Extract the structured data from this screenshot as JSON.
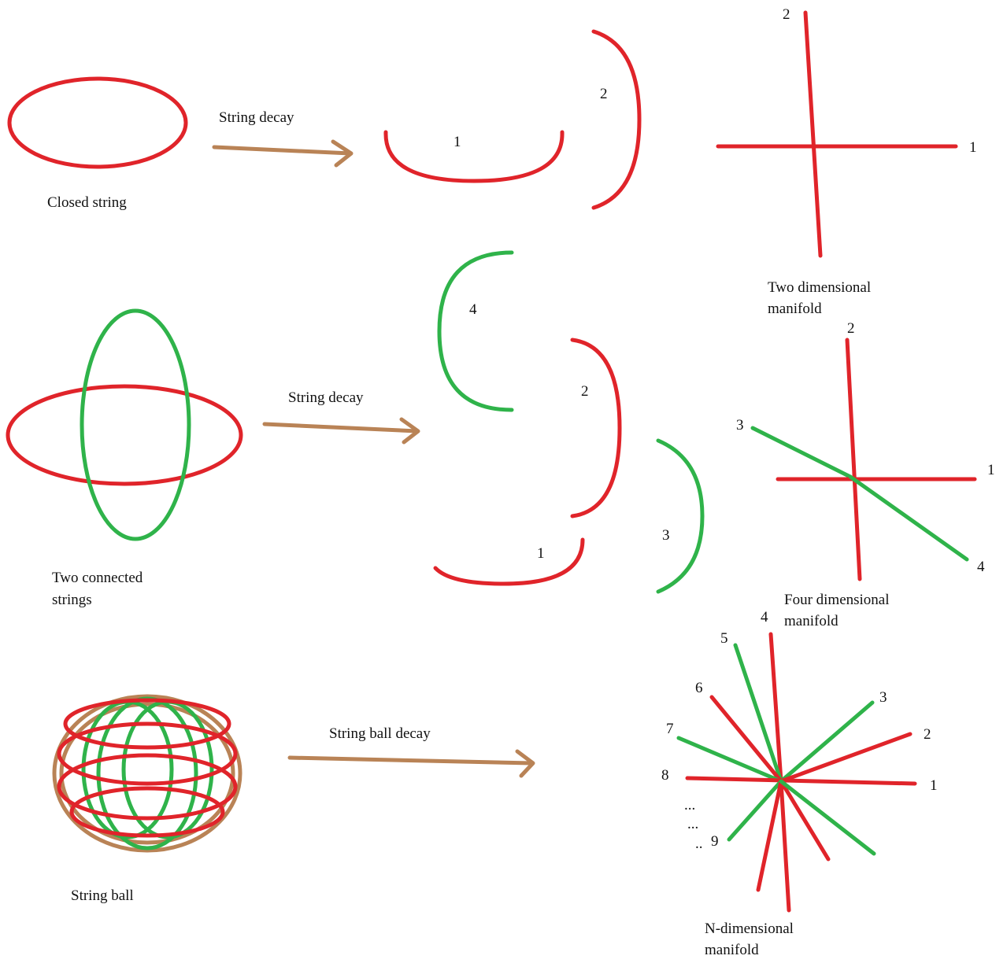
{
  "colors": {
    "string_red": "#e0242a",
    "string_green": "#2fb34a",
    "arrow_brown": "#b98356"
  },
  "row1": {
    "source_label": "Closed string",
    "arrow_label": "String decay",
    "segment_labels": [
      "1",
      "2"
    ],
    "manifold_axis_labels": [
      "2",
      "1"
    ],
    "manifold_label_line1": "Two dimensional",
    "manifold_label_line2": "manifold"
  },
  "row2": {
    "source_label_line1": "Two connected",
    "source_label_line2": "strings",
    "arrow_label": "String decay",
    "segment_labels": [
      "4",
      "2",
      "3",
      "1"
    ],
    "manifold_axis_labels": [
      "2",
      "3",
      "1",
      "4"
    ],
    "manifold_label_line1": "Four dimensional",
    "manifold_label_line2": "manifold"
  },
  "row3": {
    "source_label": "String ball",
    "arrow_label": "String ball decay",
    "manifold_axis_labels": [
      "4",
      "5",
      "6",
      "3",
      "7",
      "2",
      "8",
      "1",
      "9"
    ],
    "ellipsis_marks": [
      "...",
      "...",
      ".."
    ],
    "manifold_label_line1": "N-dimensional",
    "manifold_label_line2": "manifold"
  }
}
